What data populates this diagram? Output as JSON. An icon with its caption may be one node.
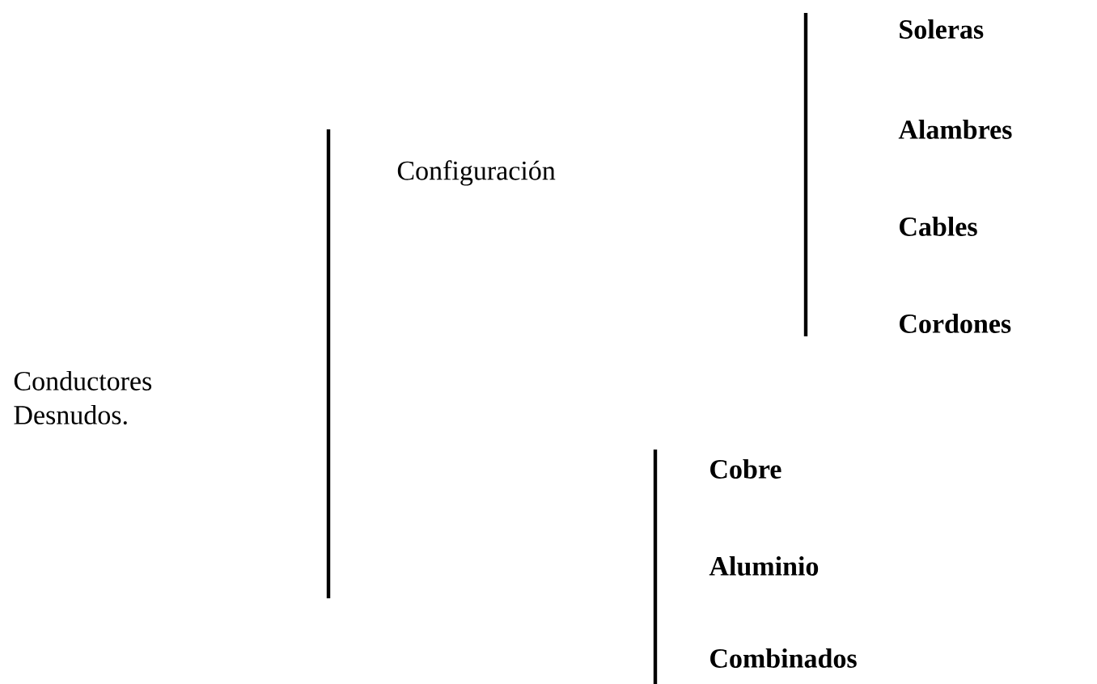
{
  "diagram": {
    "labels": [
      "Conductores Desnudos.",
      "Configuración",
      "Soleras",
      "Alambres",
      "Cables",
      "Cordones",
      "Cobre",
      "Aluminio",
      "Combinados"
    ]
  }
}
